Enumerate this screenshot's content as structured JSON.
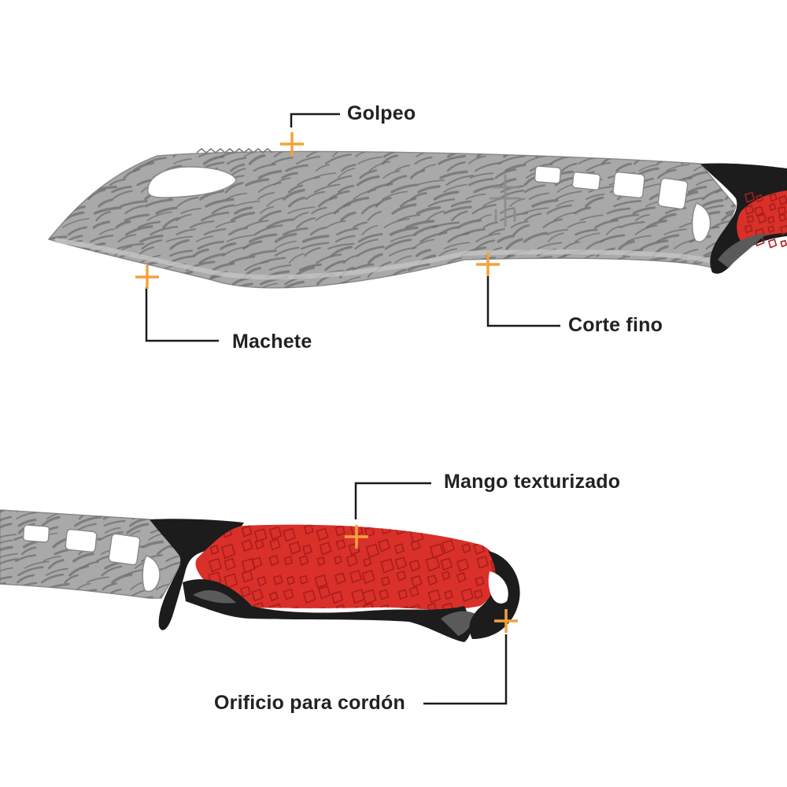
{
  "colors": {
    "marker": "#f2a23c",
    "leader_line": "#1a1a1a",
    "blade": "#a9a9a9",
    "blade_stripes": "#6f6f6f",
    "handle_red": "#d9302a",
    "handle_dark_red": "#a81e1b",
    "handle_black": "#1c1c1c",
    "text": "#222222"
  },
  "callouts": {
    "golpeo": "Golpeo",
    "machete": "Machete",
    "corte_fino": "Corte fino",
    "mango_texturizado": "Mango texturizado",
    "orificio_cordon": "Orificio para cordón"
  },
  "icons": {
    "marker": "plus-marker-icon",
    "logo": "gerber-logo-icon"
  }
}
